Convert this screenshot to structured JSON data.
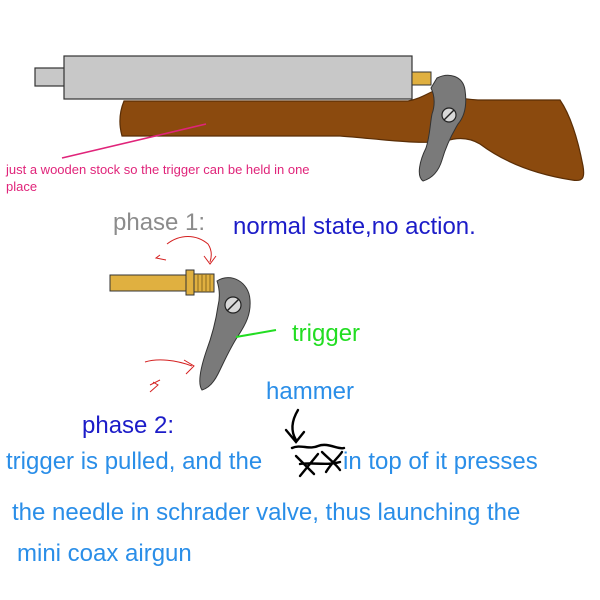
{
  "labels": {
    "stock_note": "just a wooden stock so the trigger can be held in one place",
    "phase1_label": "phase 1:",
    "phase1_desc": "normal state,no action.",
    "trigger_label": "trigger",
    "hammer_label": "hammer",
    "phase2_label": "phase 2:",
    "phase2_line1_start": "trigger is pulled, and the",
    "phase2_line1_end": "in top of it presses",
    "phase2_line2": "the needle in schrader valve, thus launching the",
    "phase2_line3": "mini coax airgun"
  },
  "colors": {
    "pink": "#e0247a",
    "gray_label": "#8c8c8c",
    "dark_blue": "#1c1cc8",
    "green": "#22dd22",
    "light_blue": "#2a8ee8",
    "wood": "#8b4a0e",
    "barrel": "#c8c8c8",
    "brass": "#e0b040",
    "metal": "#7a7a7a",
    "arrow_red": "#d42020"
  }
}
